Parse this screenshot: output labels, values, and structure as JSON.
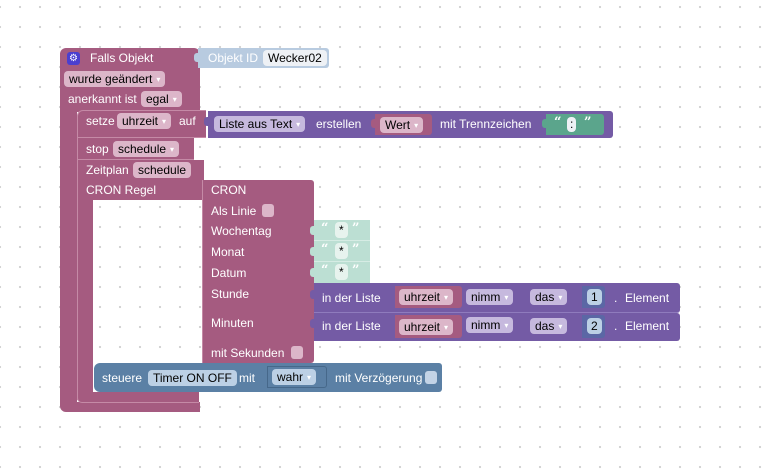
{
  "trigger": {
    "icon": "gear-icon",
    "title": "Falls Objekt",
    "object_id_label": "Objekt ID",
    "object_id_value": "Wecker02",
    "condition": "wurde geändert",
    "ack_label": "anerkannt ist",
    "ack_value": "egal"
  },
  "set_var": {
    "label": "setze",
    "variable": "uhrzeit",
    "to_label": "auf",
    "list_op": "Liste aus Text",
    "create_label": "erstellen",
    "value_var": "Wert",
    "separator_label": "mit Trennzeichen",
    "separator_value": ":"
  },
  "stop": {
    "label": "stop",
    "value": "schedule"
  },
  "schedule": {
    "label": "Zeitplan",
    "name": "schedule",
    "cron_label": "CRON Regel"
  },
  "cron": {
    "title": "CRON",
    "as_line_label": "Als Linie",
    "weekday_label": "Wochentag",
    "weekday_value": "*",
    "month_label": "Monat",
    "month_value": "*",
    "date_label": "Datum",
    "date_value": "*",
    "hour_label": "Stunde",
    "minutes_label": "Minuten",
    "seconds_label": "mit Sekunden"
  },
  "list_get": [
    {
      "in_list": "in der Liste",
      "variable": "uhrzeit",
      "mode": "nimm",
      "where": "das",
      "index": "1",
      "dot": ".",
      "element": "Element"
    },
    {
      "in_list": "in der Liste",
      "variable": "uhrzeit",
      "mode": "nimm",
      "where": "das",
      "index": "2",
      "dot": ".",
      "element": "Element"
    }
  ],
  "control": {
    "label": "steuere",
    "target": "Timer ON OFF",
    "with_label": "mit",
    "value": "wahr",
    "delay_label": "mit Verzögerung"
  },
  "quotes": {
    "open": "“",
    "close": "”"
  },
  "caret": "▾"
}
